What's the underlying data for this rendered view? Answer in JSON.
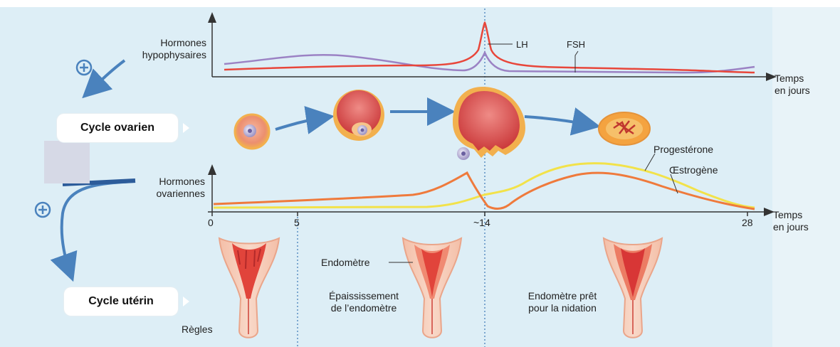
{
  "top_chart": {
    "y_label": "Hormones\nhypophysaires",
    "series": [
      {
        "name": "LH"
      },
      {
        "name": "FSH"
      }
    ],
    "x_axis_label": "Temps\nen jours"
  },
  "middle": {
    "cycle_label": "Cycle ovarien"
  },
  "bottom_chart": {
    "y_label": "Hormones\novariennes",
    "series": [
      {
        "name": "Progestérone"
      },
      {
        "name": "Œstrogène"
      }
    ],
    "x_axis_label": "Temps\nen jours",
    "ticks": [
      "0",
      "5",
      "~14",
      "28"
    ]
  },
  "uterus": {
    "cycle_label": "Cycle utérin",
    "captions": {
      "regles": "Règles",
      "endometre": "Endomètre",
      "epaississement": "Épaississement\nde l’endomètre",
      "pret": "Endomètre prêt\npour la nidation"
    }
  },
  "colors": {
    "background": "#ddeef6",
    "lh": "#e8463a",
    "fsh": "#9b82c4",
    "progesterone": "#f2e24a",
    "oestrogene": "#ef7a3c",
    "arrow": "#4a82bd",
    "dotted": "#7aa6cf"
  },
  "icons": [
    "plus-circle-icon",
    "plus-circle-icon"
  ]
}
